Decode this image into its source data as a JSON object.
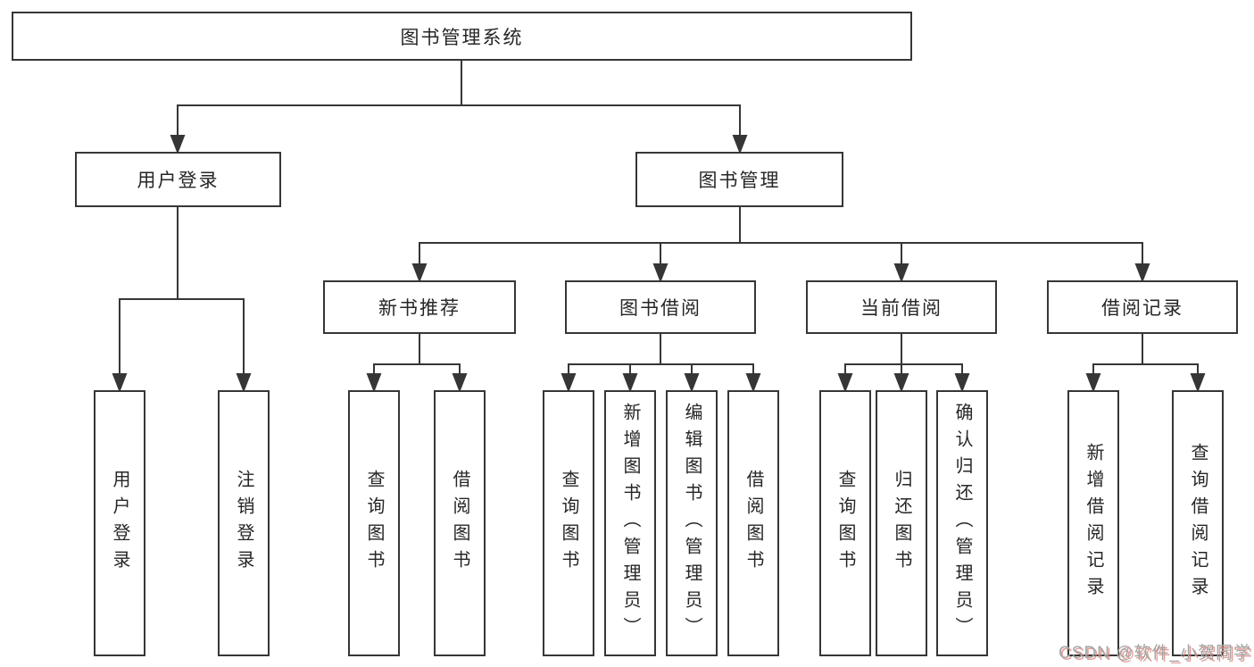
{
  "title": "图书管理系统",
  "tree": {
    "label": "图书管理系统",
    "children": [
      {
        "label": "用户登录",
        "children": [
          {
            "label": "用户登录"
          },
          {
            "label": "注销登录"
          }
        ]
      },
      {
        "label": "图书管理",
        "children": [
          {
            "label": "新书推荐",
            "children": [
              {
                "label": "查询图书"
              },
              {
                "label": "借阅图书"
              }
            ]
          },
          {
            "label": "图书借阅",
            "children": [
              {
                "label": "查询图书"
              },
              {
                "label": "新增图书（管理员）"
              },
              {
                "label": "编辑图书（管理员）"
              },
              {
                "label": "借阅图书"
              }
            ]
          },
          {
            "label": "当前借阅",
            "children": [
              {
                "label": "查询图书"
              },
              {
                "label": "归还图书"
              },
              {
                "label": "确认归还（管理员）"
              }
            ]
          },
          {
            "label": "借阅记录",
            "children": [
              {
                "label": "新增借阅记录"
              },
              {
                "label": "查询借阅记录"
              }
            ]
          }
        ]
      }
    ]
  },
  "watermark": {
    "text": "CSDN @软件_小贺同学"
  },
  "colors": {
    "line": "#363636",
    "node_border": "#363636",
    "node_text": "#262626",
    "watermark_text": "#a5a5a5",
    "watermark_shadow": "#d87d76",
    "background": "#ffffff"
  }
}
